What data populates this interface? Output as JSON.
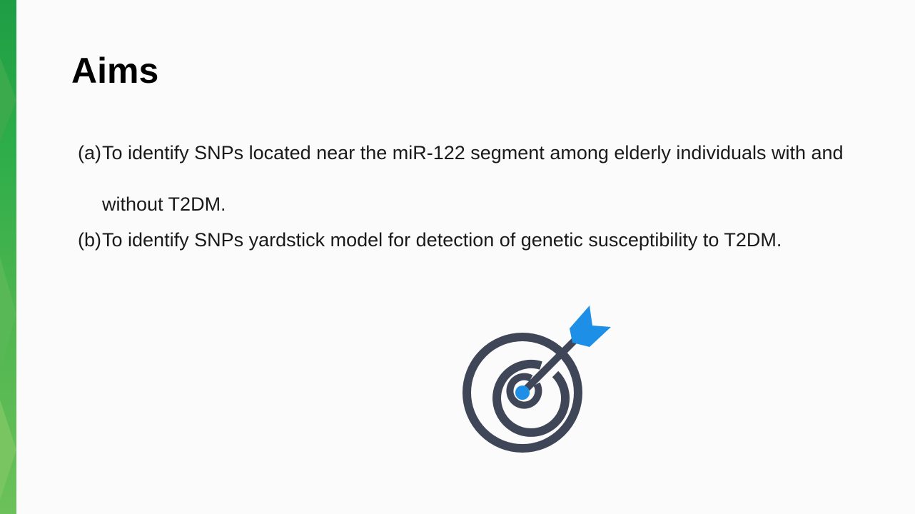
{
  "slide": {
    "title": "Aims",
    "aims": [
      {
        "marker": "(a)",
        "text": "To identify SNPs located near the miR-122 segment among elderly individuals with and without T2DM."
      },
      {
        "marker": "(b)",
        "text": "To identify SNPs yardstick model for detection of genetic susceptibility to T2DM."
      }
    ],
    "icon": "target-with-arrow-icon",
    "colors": {
      "accent_green": "#2eae4a",
      "target_dark": "#3f4658",
      "arrow_blue": "#1e8fe6"
    }
  }
}
